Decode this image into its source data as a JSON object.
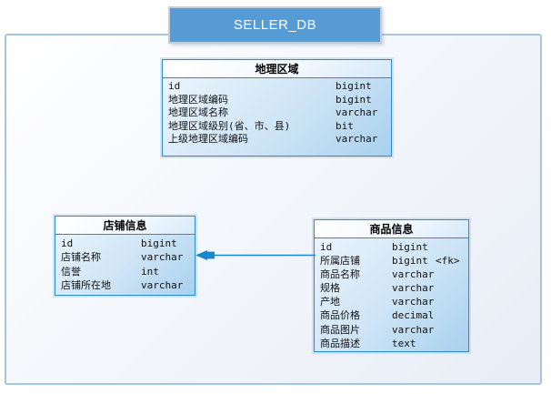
{
  "diagram_title": "SELLER_DB",
  "colors": {
    "title_box_bg": "#579bd4",
    "table_border": "#2e8ac8",
    "table_body_light": "#eef6fd",
    "table_body_dark": "#a9d1ee",
    "frame_border": "#aac4dd",
    "arrow": "#1a86cd"
  },
  "tables": [
    {
      "name": "地理区域",
      "columns": [
        {
          "name": "id",
          "type": "bigint"
        },
        {
          "name": "地理区域编码",
          "type": "bigint"
        },
        {
          "name": "地理区域名称",
          "type": "varchar"
        },
        {
          "name": "地理区域级别(省、市、县)",
          "type": "bit"
        },
        {
          "name": "上级地理区域编码",
          "type": "varchar"
        }
      ]
    },
    {
      "name": "店铺信息",
      "columns": [
        {
          "name": "id",
          "type": "bigint"
        },
        {
          "name": "店铺名称",
          "type": "varchar"
        },
        {
          "name": "信誉",
          "type": "int"
        },
        {
          "name": "店铺所在地",
          "type": "varchar"
        }
      ]
    },
    {
      "name": "商品信息",
      "columns": [
        {
          "name": "id",
          "type": "bigint"
        },
        {
          "name": "所属店铺",
          "type": "bigint",
          "flag": "<fk>"
        },
        {
          "name": "商品名称",
          "type": "varchar"
        },
        {
          "name": "规格",
          "type": "varchar"
        },
        {
          "name": "产地",
          "type": "varchar"
        },
        {
          "name": "商品价格",
          "type": "decimal"
        },
        {
          "name": "商品图片",
          "type": "varchar"
        },
        {
          "name": "商品描述",
          "type": "text"
        }
      ]
    }
  ],
  "relation": {
    "from_table": "商品信息",
    "from_column": "所属店铺",
    "to_table": "店铺信息",
    "kind": "foreign-key-arrow"
  }
}
